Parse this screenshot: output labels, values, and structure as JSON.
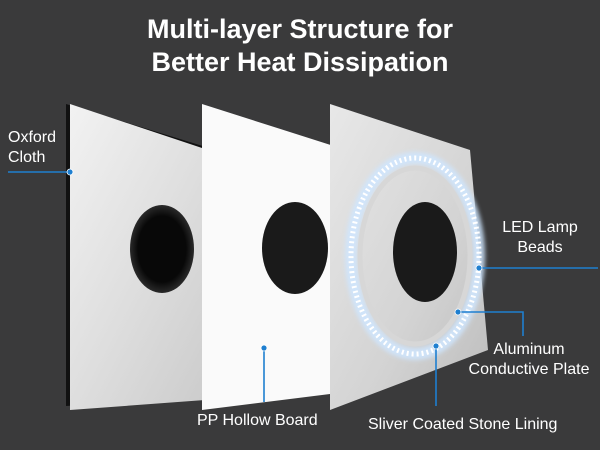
{
  "title": {
    "line1": "Multi-layer Structure for",
    "line2": "Better Heat Dissipation"
  },
  "labels": {
    "oxford_line1": "Oxford",
    "oxford_line2": "Cloth",
    "led_line1": "LED Lamp",
    "led_line2": "Beads",
    "aluminum_line1": "Aluminum",
    "aluminum_line2": "Conductive Plate",
    "pp_board": "PP Hollow Board",
    "stone_lining": "Sliver Coated Stone Lining"
  },
  "colors": {
    "background": "#3a3a3b",
    "callout_line": "#1e7fd0",
    "text": "#ffffff",
    "led_glow": "#e8f3ff"
  }
}
